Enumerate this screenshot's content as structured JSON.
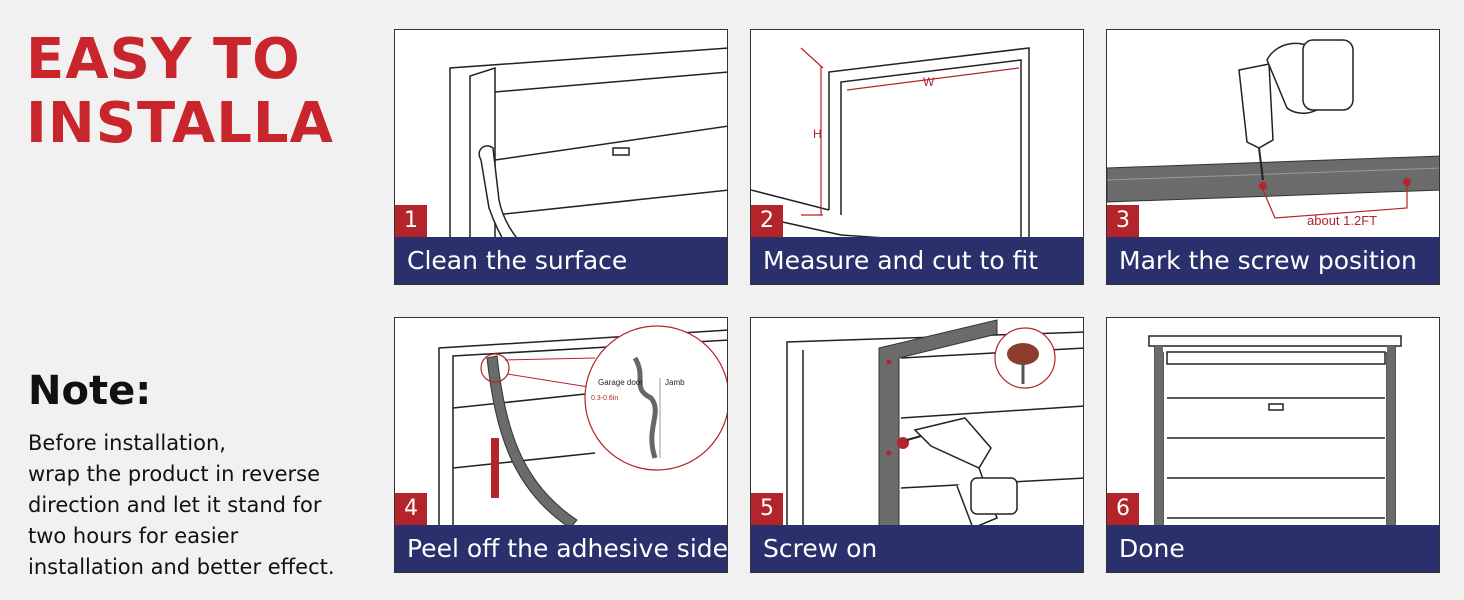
{
  "heading": {
    "line1": "EASY TO",
    "line2": "INSTALLA"
  },
  "note": {
    "title": "Note:",
    "lines": [
      "Before installation,",
      "wrap the product in reverse",
      "direction and let it stand for",
      "two hours for easier",
      "installation and better effect."
    ]
  },
  "steps": [
    {
      "number": "1",
      "caption": "Clean the surface"
    },
    {
      "number": "2",
      "caption": "Measure and cut to fit",
      "label_w": "W",
      "label_h": "H"
    },
    {
      "number": "3",
      "caption": "Mark the screw  position",
      "annotation": "about 1.2FT"
    },
    {
      "number": "4",
      "caption": "Peel off the adhesive side",
      "detail_garage": "Garage door",
      "detail_jamb": "Jamb",
      "detail_gap": "0.3-0.6in"
    },
    {
      "number": "5",
      "caption": "Screw on"
    },
    {
      "number": "6",
      "caption": "Done"
    }
  ],
  "colors": {
    "accent_red": "#c8252c",
    "caption_navy": "#29306c",
    "badge_red": "#b3242b"
  }
}
